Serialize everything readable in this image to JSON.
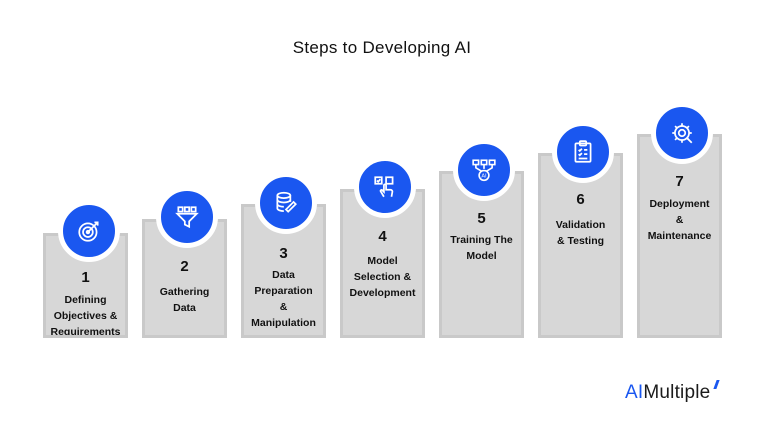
{
  "title": "Steps to Developing AI",
  "steps": [
    {
      "number": "1",
      "lines": [
        "Defining",
        "Objectives &",
        "Requirements"
      ],
      "icon": "target-icon"
    },
    {
      "number": "2",
      "lines": [
        "Gathering",
        "Data"
      ],
      "icon": "funnel-icon"
    },
    {
      "number": "3",
      "lines": [
        "Data",
        "Preparation",
        "&",
        "Manipulation"
      ],
      "icon": "database-icon"
    },
    {
      "number": "4",
      "lines": [
        "Model",
        "Selection &",
        "Development"
      ],
      "icon": "hand-select-icon"
    },
    {
      "number": "5",
      "lines": [
        "Training The",
        "Model"
      ],
      "icon": "ai-network-icon"
    },
    {
      "number": "6",
      "lines": [
        "Validation",
        "& Testing"
      ],
      "icon": "checklist-icon"
    },
    {
      "number": "7",
      "lines": [
        "Deployment",
        "&",
        "Maintenance"
      ],
      "icon": "gear-icon"
    }
  ],
  "brand": {
    "prefix": "AI",
    "suffix": "Multiple"
  },
  "colors": {
    "accent": "#1a57f0",
    "box": "#d7d7d7",
    "box_border": "#c9c9c9"
  }
}
